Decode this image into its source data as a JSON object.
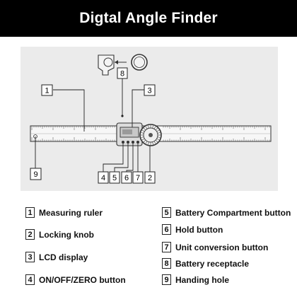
{
  "title": "Digtal Angle Finder",
  "callout_numbers": [
    "1",
    "2",
    "3",
    "4",
    "5",
    "6",
    "7",
    "8",
    "9"
  ],
  "legend": {
    "left": [
      {
        "num": "1",
        "label": "Measuring ruler"
      },
      {
        "num": "2",
        "label": "Locking knob"
      },
      {
        "num": "3",
        "label": "LCD display"
      },
      {
        "num": "4",
        "label": "ON/OFF/ZERO button"
      }
    ],
    "right": [
      {
        "num": "5",
        "label": "Battery Compartment button"
      },
      {
        "num": "6",
        "label": "Hold button"
      },
      {
        "num": "7",
        "label": "Unit conversion button"
      },
      {
        "num": "8",
        "label": "Battery receptacle"
      },
      {
        "num": "9",
        "label": "Handing hole"
      }
    ]
  },
  "colors": {
    "title_bg": "#000000",
    "title_text": "#ffffff",
    "panel_bg": "#ebebeb",
    "ruler_fill": "#f7f7f7",
    "line": "#2a2a2a"
  }
}
